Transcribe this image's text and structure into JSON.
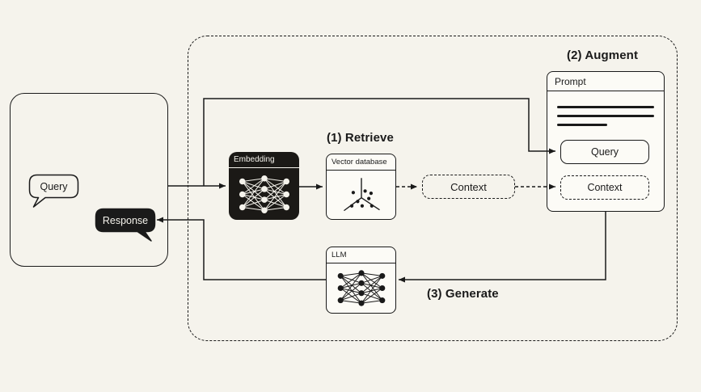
{
  "diagram": {
    "chat": {
      "query": "Query",
      "response": "Response"
    },
    "steps": {
      "retrieve": "(1) Retrieve",
      "augment": "(2) Augment",
      "generate": "(3) Generate"
    },
    "embedding_title": "Embedding",
    "vector_db_title": "Vector database",
    "context_pill": "Context",
    "prompt": {
      "title": "Prompt",
      "query": "Query",
      "context": "Context"
    },
    "llm_title": "LLM"
  },
  "colors": {
    "background": "#f5f3ec",
    "ink": "#1a1a1a",
    "box_fill": "#fcfbf6",
    "embedding_fill": "#1b1916"
  },
  "icons": {
    "embedding": "neural-network-icon",
    "llm": "neural-network-icon",
    "vector_db": "scatter-3d-axes-icon"
  }
}
